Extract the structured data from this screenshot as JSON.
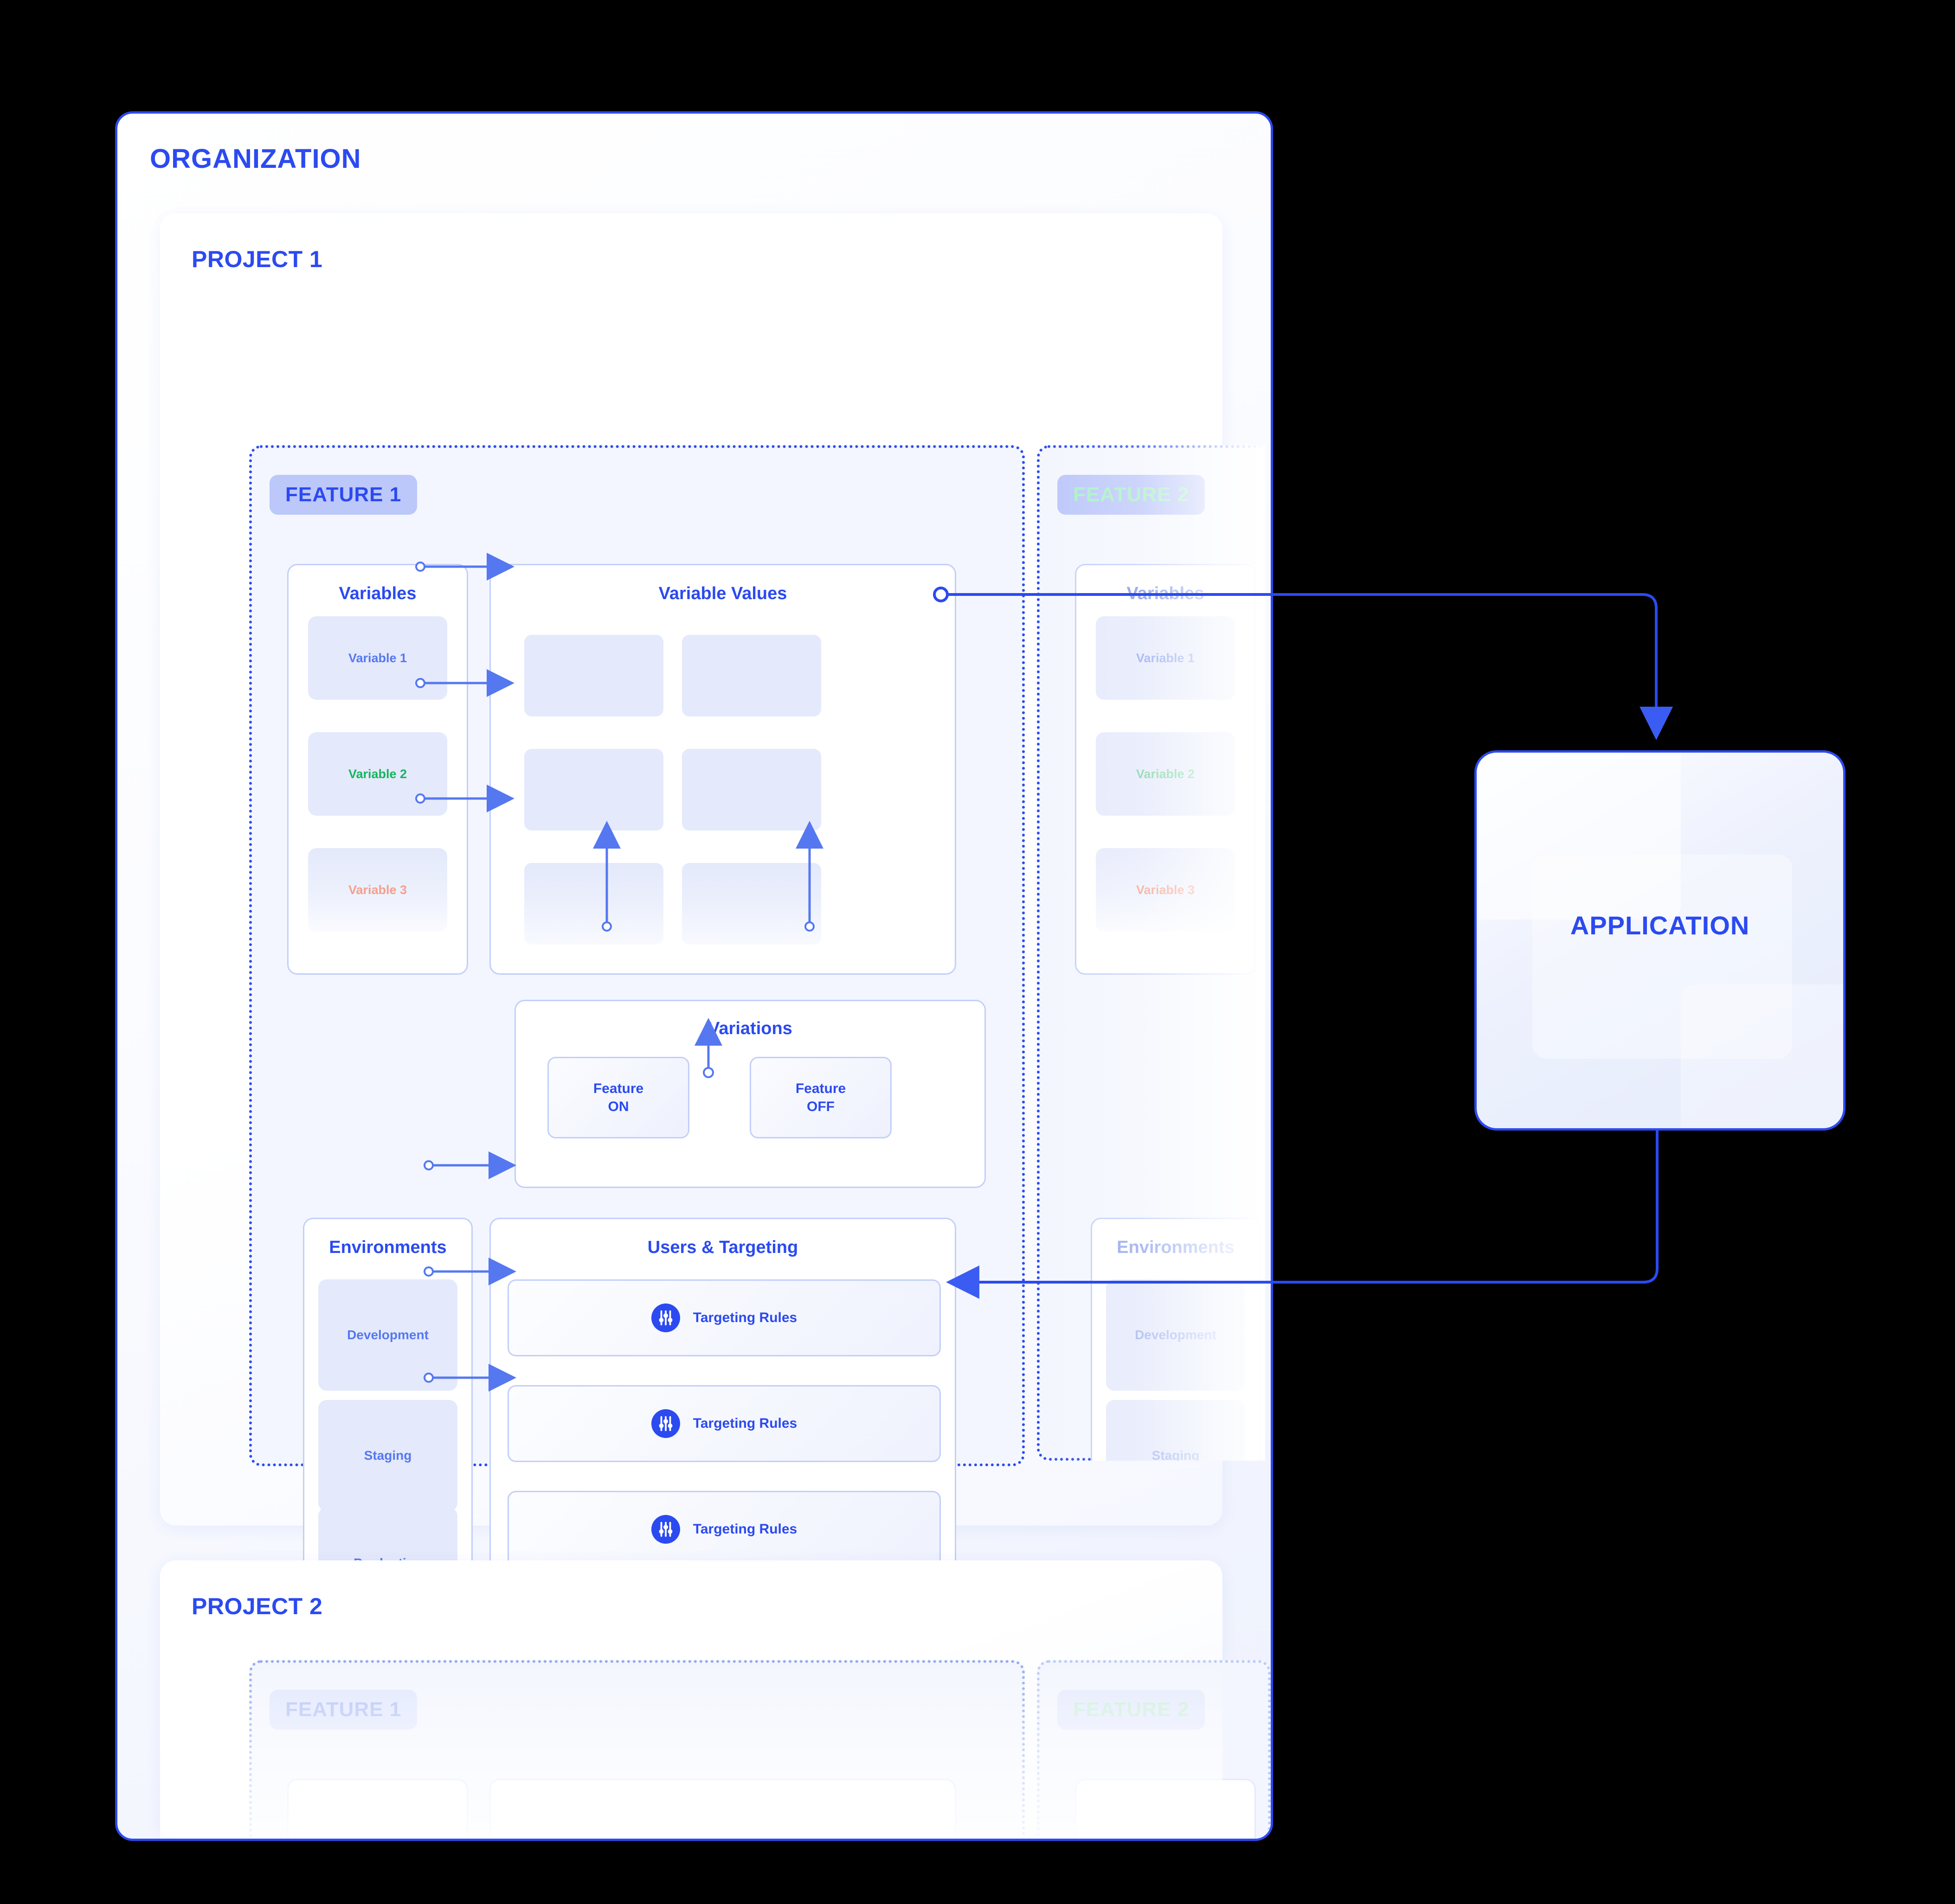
{
  "organization": {
    "title": "ORGANIZATION"
  },
  "projects": [
    {
      "title": "PROJECT 1"
    },
    {
      "title": "PROJECT 2"
    }
  ],
  "features": [
    {
      "badge": "FEATURE 1"
    },
    {
      "badge": "FEATURE 2"
    }
  ],
  "project2_features": [
    {
      "badge": "FEATURE 1"
    },
    {
      "badge": "FEATURE 2"
    }
  ],
  "panels": {
    "variables": {
      "title": "Variables"
    },
    "variable_values": {
      "title": "Variable Values"
    },
    "variations": {
      "title": "Variations"
    },
    "environments": {
      "title": "Environments"
    },
    "users_targeting": {
      "title": "Users & Targeting"
    }
  },
  "variables": [
    {
      "label": "Variable 1",
      "color": "#5578F0"
    },
    {
      "label": "Variable 2",
      "color": "#16B45D"
    },
    {
      "label": "Variable 3",
      "color": "#F4A08A"
    }
  ],
  "variations": [
    {
      "line1": "Feature",
      "line2": "ON"
    },
    {
      "line1": "Feature",
      "line2": "OFF"
    }
  ],
  "environments": [
    {
      "label": "Development"
    },
    {
      "label": "Staging"
    },
    {
      "label": "Production"
    }
  ],
  "targeting_rules": [
    {
      "label": "Targeting Rules",
      "icon": "sliders-icon"
    },
    {
      "label": "Targeting Rules",
      "icon": "sliders-icon"
    },
    {
      "label": "Targeting Rules",
      "icon": "sliders-icon"
    }
  ],
  "application": {
    "title": "APPLICATION"
  },
  "colors": {
    "brand_blue": "#2B4AF0",
    "light_blue": "#5578F0",
    "chip_bg": "#E4E9FB",
    "badge_bg": "#BCC7FA",
    "panel_border": "#C3CFFA",
    "feature_bg": "#F3F6FE",
    "green": "#16B45D",
    "salmon": "#F4A08A",
    "page_bg": "#000000"
  }
}
